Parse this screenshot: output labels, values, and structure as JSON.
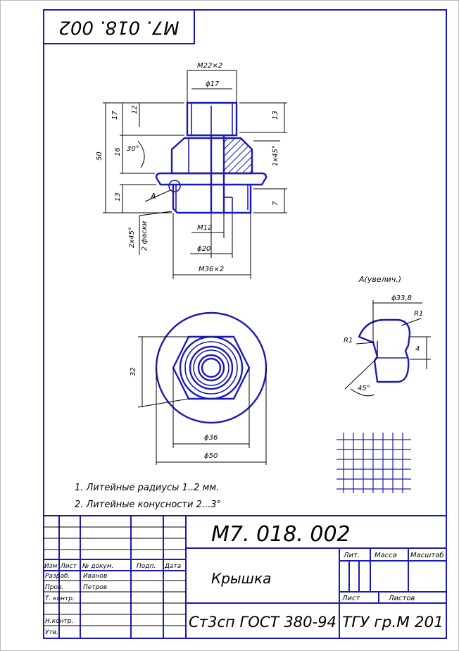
{
  "drawing": {
    "code_rotated": "M7. 018. 002",
    "code_main": "M7. 018. 002",
    "detail_view_title": "A(увелич.)",
    "notes": [
      "1. Литейные радиусы 1..2 мм.",
      "2. Литейные конусности 2...3°"
    ]
  },
  "dims": {
    "m22": "M22×2",
    "d17": "ϕ17",
    "h17": "17",
    "h12": "12",
    "h16": "16",
    "h50": "50",
    "h13": "13",
    "h13b": "13",
    "h7": "7",
    "a30": "30°",
    "chamfer1x45": "1x45°",
    "chamfer2x45": "2x45°",
    "chamfer_note": "2 фаски",
    "label_a": "A",
    "m12": "M12",
    "d20": "ϕ20",
    "m36": "M36×2",
    "d33_8": "ϕ33,8",
    "r1_top": "R1",
    "r1_left": "R1",
    "w4": "4",
    "a45": "45°",
    "h32": "32",
    "d36": "ϕ36",
    "d50": "ϕ50"
  },
  "title_block": {
    "code": "M7. 018. 002",
    "part_name": "Крышка",
    "material": "Ст3сп ГОСТ 380-94",
    "org": "ТГУ гр.М 201",
    "col_izm": "Изм",
    "col_list": "Лист",
    "col_doc": "№ докум.",
    "col_sign": "Подп.",
    "col_date": "Дата",
    "row_razrab": "Разраб.",
    "row_prov": "Пров.",
    "row_tkontr": "Т. контр.",
    "row_nkontr": "Н.контр.",
    "row_utv": "Утв.",
    "name_razrab": "Иванов",
    "name_prov": "Петров",
    "lit": "Лит.",
    "massa": "Масса",
    "masshtab": "Масштаб",
    "list_label": "Лист",
    "listov_label": "Листов"
  }
}
